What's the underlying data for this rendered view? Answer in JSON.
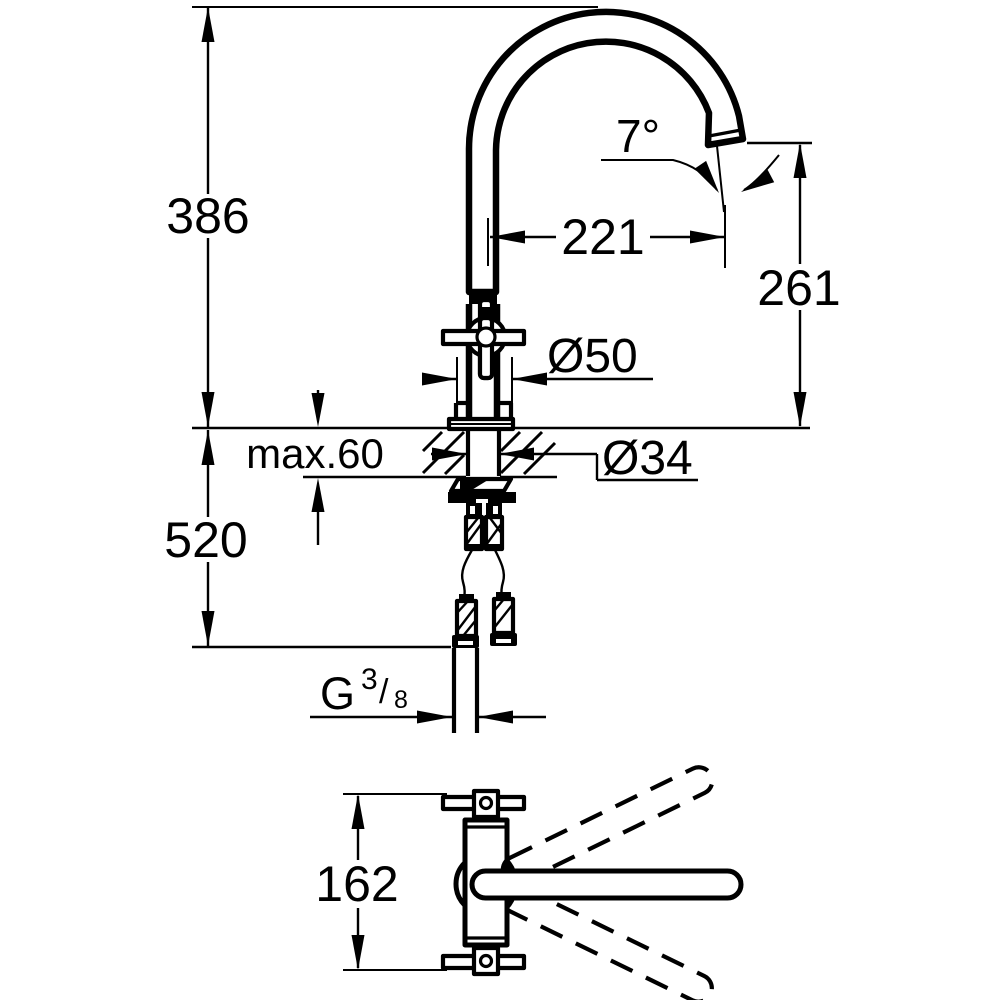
{
  "drawing": {
    "kind": "faucet technical dimension drawing",
    "line_color": "#000000",
    "background": "#ffffff"
  },
  "dims": {
    "overall_height": "386",
    "spout_reach": "221",
    "outlet_height": "261",
    "outlet_angle": "7°",
    "base_diameter": "Ø50",
    "max_deck_thickness": "max.60",
    "shank_diameter": "Ø34",
    "hose_length": "520",
    "swivel_body_depth": "162",
    "thread_letter": "G",
    "thread_numerator": "3",
    "thread_slash": "/",
    "thread_denominator": "8"
  }
}
